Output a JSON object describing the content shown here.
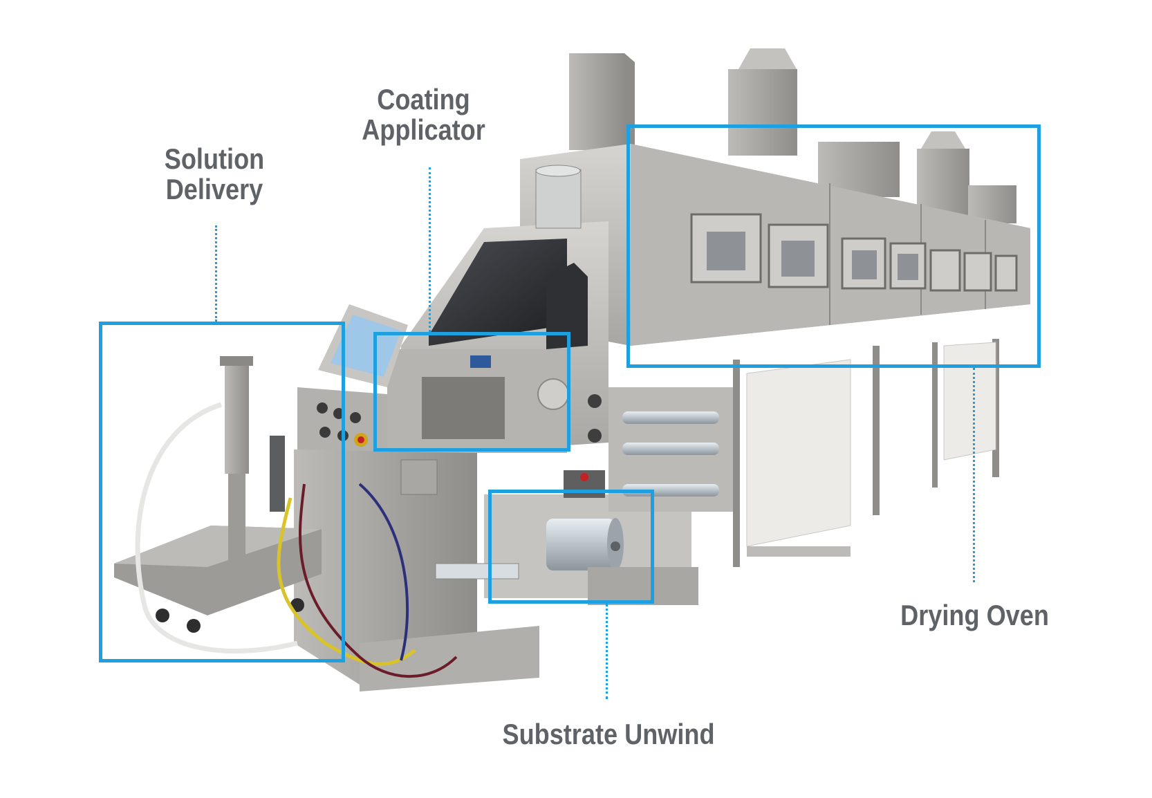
{
  "labels": {
    "solution_delivery": [
      "Solution",
      "Delivery"
    ],
    "coating_applicator": [
      "Coating",
      "Applicator"
    ],
    "substrate_unwind": "Substrate Unwind",
    "drying_oven": "Drying Oven"
  },
  "colors": {
    "highlight": "#1ea0e0",
    "label_text": "#5f6368",
    "steel_light": "#c9c7c3",
    "steel_mid": "#a9a7a3",
    "steel_dark": "#7d7b78",
    "cabinet_white": "#ecebe8",
    "glass_dark": "#2a2c30",
    "screen": "#9fc8e8"
  }
}
